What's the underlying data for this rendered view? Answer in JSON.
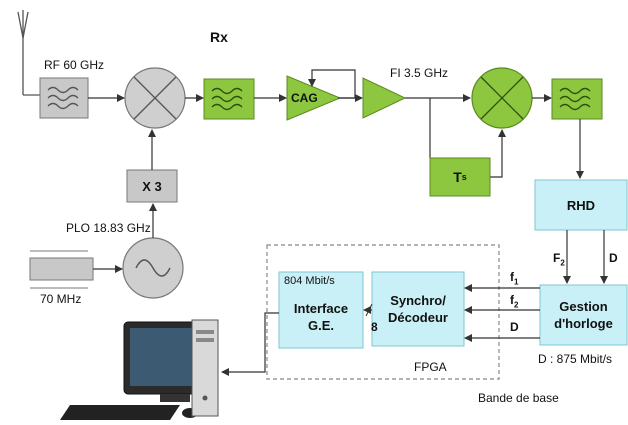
{
  "diagram": {
    "title": "Rx",
    "rf_label": "RF 60 GHz",
    "fi_label": "FI 3.5 GHz",
    "plo_label": "PLO 18.83 GHz",
    "ref_label": "70 MHz",
    "multiplier_label": "X 3",
    "agc_label": "CAG",
    "ts_label": "T",
    "ts_sub": "s",
    "rhd_label": "RHD",
    "gestion_label": "Gestion d'horloge",
    "synchro_label": "Synchro/ Décodeur",
    "interface_label": "Interface G.E.",
    "rate_804": "804 Mbit/s",
    "rate_875": "D : 875 Mbit/s",
    "fpga_label": "FPGA",
    "baseband_label": "Bande de base",
    "bus_width": "8",
    "f2_top": "F",
    "f2_top_sub": "2",
    "d_top": "D",
    "f1": "f",
    "f1_sub": "1",
    "f2": "f",
    "f2_sub": "2",
    "d_arrow": "D"
  },
  "colors": {
    "green": "#8dc63f",
    "green_dark": "#5a8a1f",
    "grey": "#c8c8c8",
    "grey_dark": "#777777",
    "cyan": "#c9f0f6",
    "cyan_border": "#7fc6d2"
  }
}
